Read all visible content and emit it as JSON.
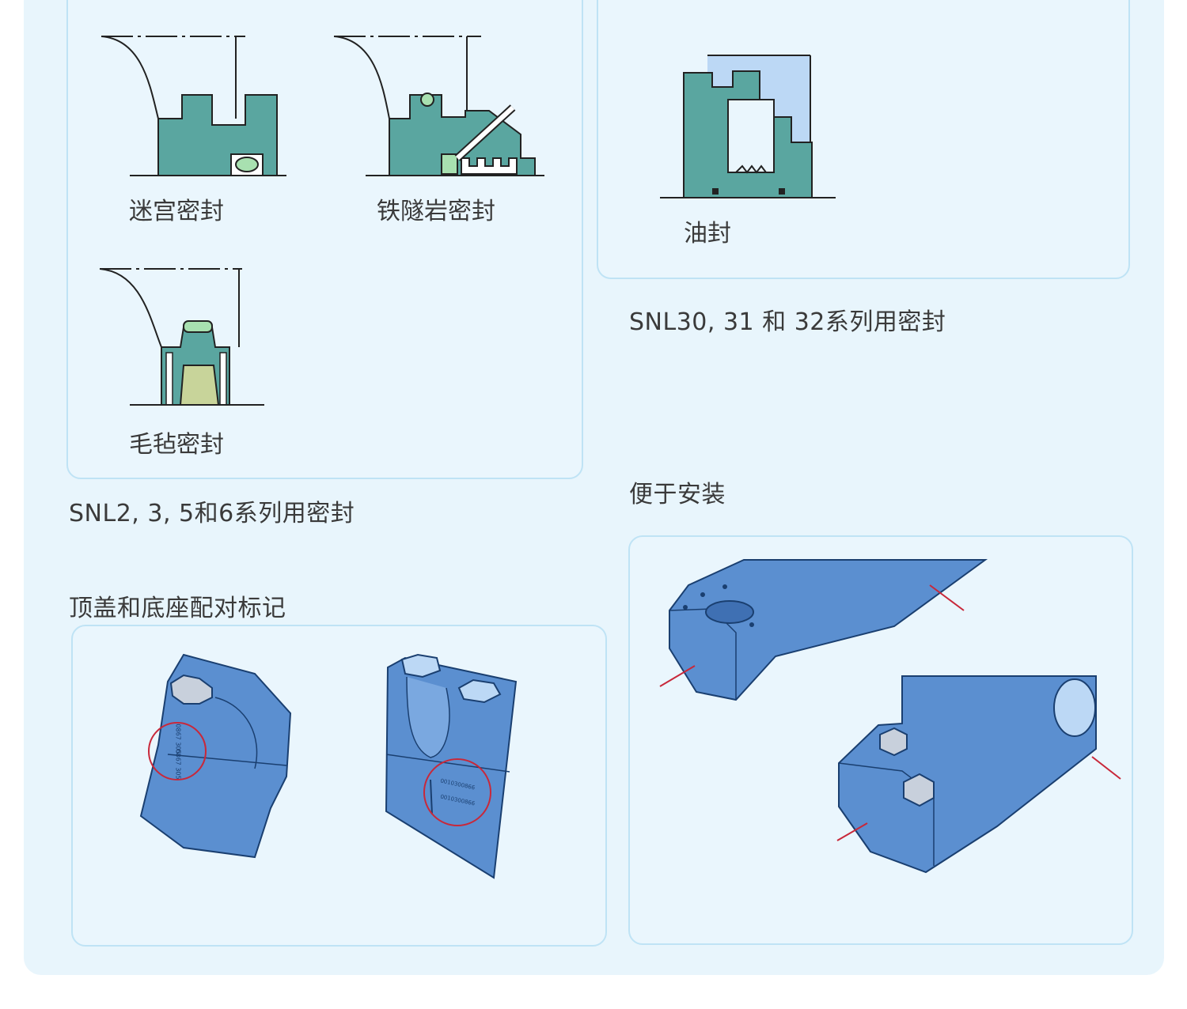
{
  "seals_left": {
    "items": [
      {
        "label": "迷宫密封"
      },
      {
        "label": "铁隧岩密封"
      },
      {
        "label": "毛毡密封"
      }
    ],
    "caption": "SNL2, 3, 5和6系列用密封"
  },
  "seals_right": {
    "items": [
      {
        "label": "油封"
      }
    ],
    "caption": "SNL30, 31 和 32系列用密封"
  },
  "marking": {
    "title": "顶盖和底座配对标记",
    "code_a_top": "0867 305",
    "code_a_bottom": "0867 305",
    "code_b_top": "0010300866",
    "code_b_bottom": "0010300866"
  },
  "install": {
    "title": "便于安装"
  },
  "colors": {
    "teal_seal": "#5aa6a0",
    "light_green": "#a8e0b0",
    "olive": "#c8d49a",
    "housing_blue": "#5b8fd0",
    "highlight_blue": "#bcd8f5",
    "marker_red": "#c8283a",
    "card_border": "#bfe3f5",
    "background": "#e8f5fc"
  }
}
